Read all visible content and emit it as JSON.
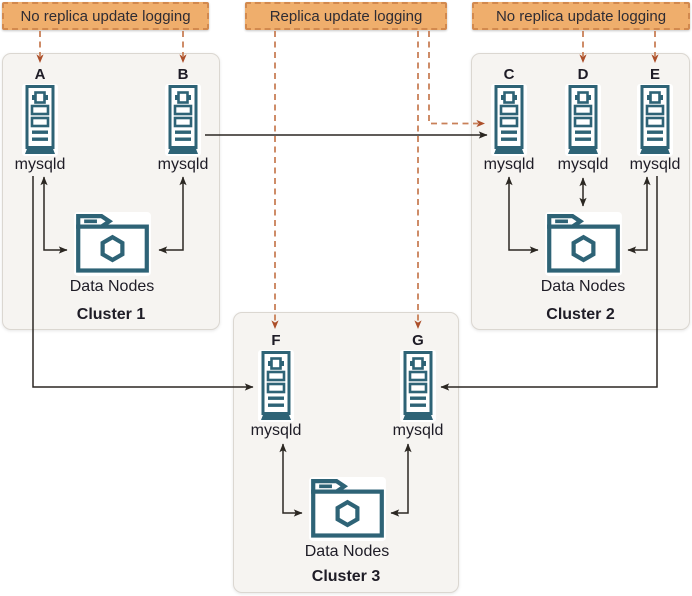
{
  "diagram": {
    "kind": "ndb-cluster-replication-topology",
    "annotations": [
      {
        "text": "No replica update logging",
        "applies_to": [
          "A",
          "B"
        ]
      },
      {
        "text": "Replica update logging",
        "applies_to": [
          "C",
          "F",
          "G"
        ]
      },
      {
        "text": "No replica update logging",
        "applies_to": [
          "D",
          "E"
        ]
      }
    ],
    "clusters": [
      {
        "name": "Cluster 1",
        "data_nodes_label": "Data Nodes",
        "sql_nodes": [
          {
            "id": "A",
            "process": "mysqld"
          },
          {
            "id": "B",
            "process": "mysqld"
          }
        ]
      },
      {
        "name": "Cluster 2",
        "data_nodes_label": "Data Nodes",
        "sql_nodes": [
          {
            "id": "C",
            "process": "mysqld"
          },
          {
            "id": "D",
            "process": "mysqld"
          },
          {
            "id": "E",
            "process": "mysqld"
          }
        ]
      },
      {
        "name": "Cluster 3",
        "data_nodes_label": "Data Nodes",
        "sql_nodes": [
          {
            "id": "F",
            "process": "mysqld"
          },
          {
            "id": "G",
            "process": "mysqld"
          }
        ]
      }
    ],
    "replication_links": [
      {
        "from": "B",
        "to": "C",
        "style": "solid-arrow"
      },
      {
        "from": "A",
        "to": "F",
        "style": "solid-arrow"
      },
      {
        "from": "E",
        "to": "G",
        "style": "solid-arrow"
      }
    ],
    "logging_links": [
      {
        "from": "No replica update logging (left)",
        "to": "A",
        "style": "dashed-arrow"
      },
      {
        "from": "No replica update logging (left)",
        "to": "B",
        "style": "dashed-arrow"
      },
      {
        "from": "Replica update logging",
        "to": "C",
        "style": "dashed-arrow"
      },
      {
        "from": "Replica update logging",
        "to": "F",
        "style": "dashed-arrow"
      },
      {
        "from": "Replica update logging",
        "to": "G",
        "style": "dashed-arrow"
      },
      {
        "from": "No replica update logging (right)",
        "to": "D",
        "style": "dashed-arrow"
      },
      {
        "from": "No replica update logging (right)",
        "to": "E",
        "style": "dashed-arrow"
      }
    ],
    "internal_links": [
      {
        "cluster": "Cluster 1",
        "between": [
          "A",
          "Data Nodes"
        ],
        "bidirectional": true
      },
      {
        "cluster": "Cluster 1",
        "between": [
          "B",
          "Data Nodes"
        ],
        "bidirectional": true
      },
      {
        "cluster": "Cluster 2",
        "between": [
          "C",
          "Data Nodes"
        ],
        "bidirectional": true
      },
      {
        "cluster": "Cluster 2",
        "between": [
          "D",
          "Data Nodes"
        ],
        "bidirectional": true
      },
      {
        "cluster": "Cluster 2",
        "between": [
          "E",
          "Data Nodes"
        ],
        "bidirectional": true
      },
      {
        "cluster": "Cluster 3",
        "between": [
          "F",
          "Data Nodes"
        ],
        "bidirectional": true
      },
      {
        "cluster": "Cluster 3",
        "between": [
          "G",
          "Data Nodes"
        ],
        "bidirectional": true
      }
    ],
    "icons": {
      "sql_node": "server-tower-icon",
      "data_nodes": "folder-hexagon-icon"
    },
    "colors": {
      "icon_teal": "#2e6376",
      "annotation_fill": "#efae6c",
      "annotation_border": "#d2894e",
      "annotation_text": "#2e2c34",
      "dashed_line": "#c98058",
      "dashed_arrowhead": "#ac4f2a",
      "solid_line": "#2b2722",
      "cluster_fill": "#f6f4f1",
      "cluster_border": "#dbd7d1",
      "text_dark": "#1e1c26",
      "canvas_bg": "#ffffff"
    }
  }
}
